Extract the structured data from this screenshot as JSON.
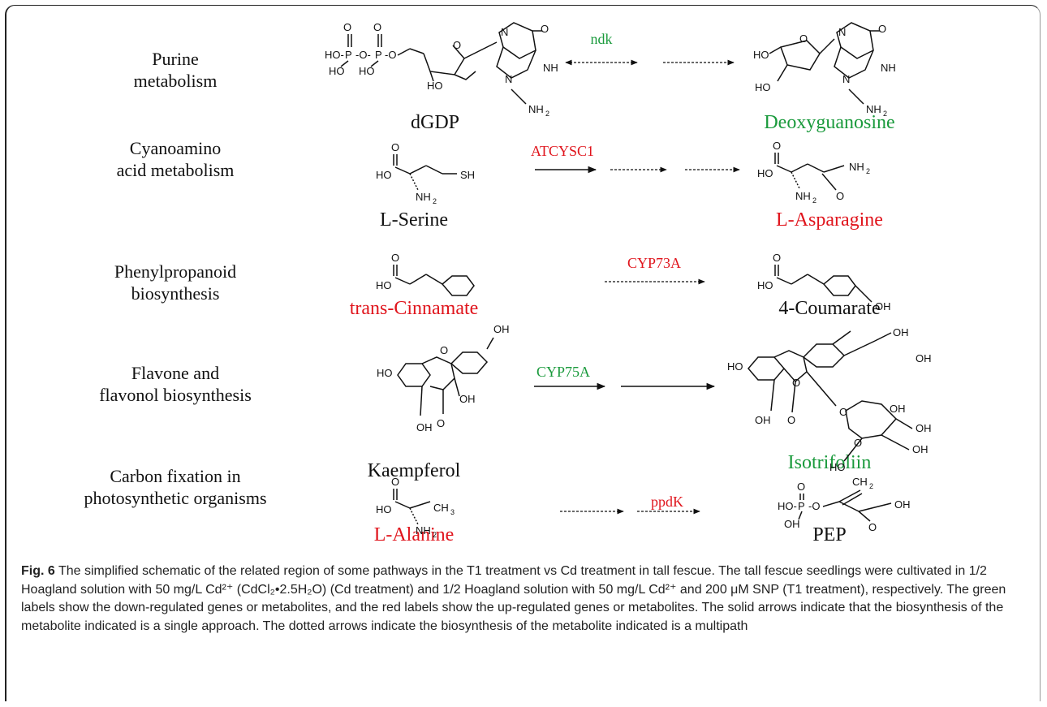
{
  "pathways": [
    {
      "line1": "Purine",
      "line2": "metabolism"
    },
    {
      "line1": "Cyanoamino",
      "line2": "acid metabolism"
    },
    {
      "line1": "Phenylpropanoid",
      "line2": "biosynthesis"
    },
    {
      "line1": "Flavone and",
      "line2": "flavonol biosynthesis"
    },
    {
      "line1": "Carbon fixation in",
      "line2": "photosynthetic organisms"
    }
  ],
  "compounds": {
    "dgdp": "dGDP",
    "deoxyguanosine": "Deoxyguanosine",
    "lserine": "L-Serine",
    "lasparagine": "L-Asparagine",
    "transcinnamate": "trans-Cinnamate",
    "coumarate": "4-Coumarate",
    "kaempferol": "Kaempferol",
    "isotrifoliin": "Isotrifoliin",
    "lalanine": "L-Alanine",
    "pep": "PEP"
  },
  "enzymes": {
    "ndk": "ndk",
    "atcysc1": "ATCYSC1",
    "cyp73a": "CYP73A",
    "cyp75a": "CYP75A",
    "ppdk": "ppdK"
  },
  "colors": {
    "down": "#1a9a3c",
    "up": "#e0141c",
    "neutral": "#111111"
  },
  "caption": {
    "label": "Fig. 6",
    "text": "The simplified schematic of the related region of some pathways in the T1 treatment vs Cd treatment in tall fescue. The tall fescue seedlings were cultivated in 1/2 Hoagland solution with 50 mg/L Cd²⁺ (CdCl₂•2.5H₂O) (Cd treatment) and 1/2 Hoagland solution with 50 mg/L Cd²⁺ and 200 μM SNP (T1 treatment), respectively. The green labels show the down-regulated genes or metabolites, and the red labels show the up-regulated genes or metabolites. The solid arrows indicate that the biosynthesis of the metabolite indicated is a single approach. The dotted arrows indicate the biosynthesis of the metabolite indicated is a multipath"
  }
}
